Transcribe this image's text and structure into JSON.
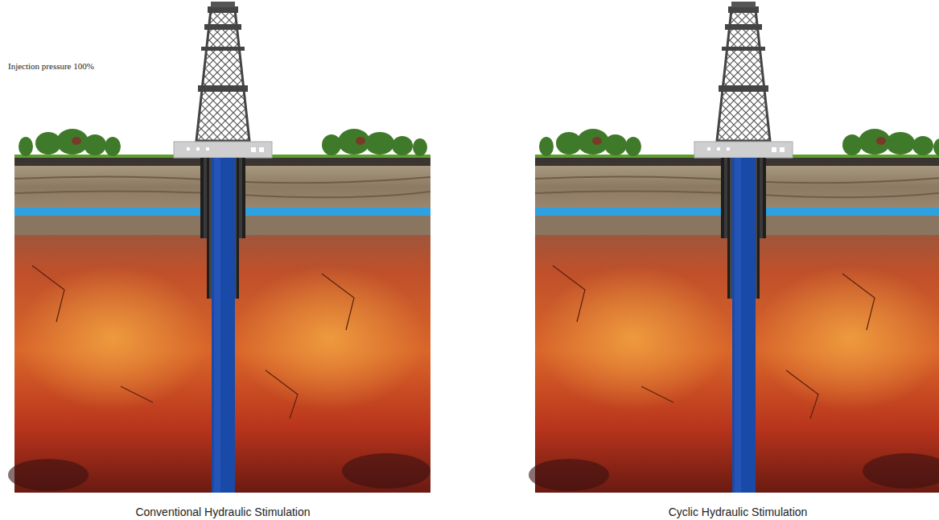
{
  "diagram": {
    "labels": [
      "Injection pressure 100%",
      "Conventional Hydraulic Stimulation",
      "Cyclic Hydraulic Stimulation"
    ]
  }
}
